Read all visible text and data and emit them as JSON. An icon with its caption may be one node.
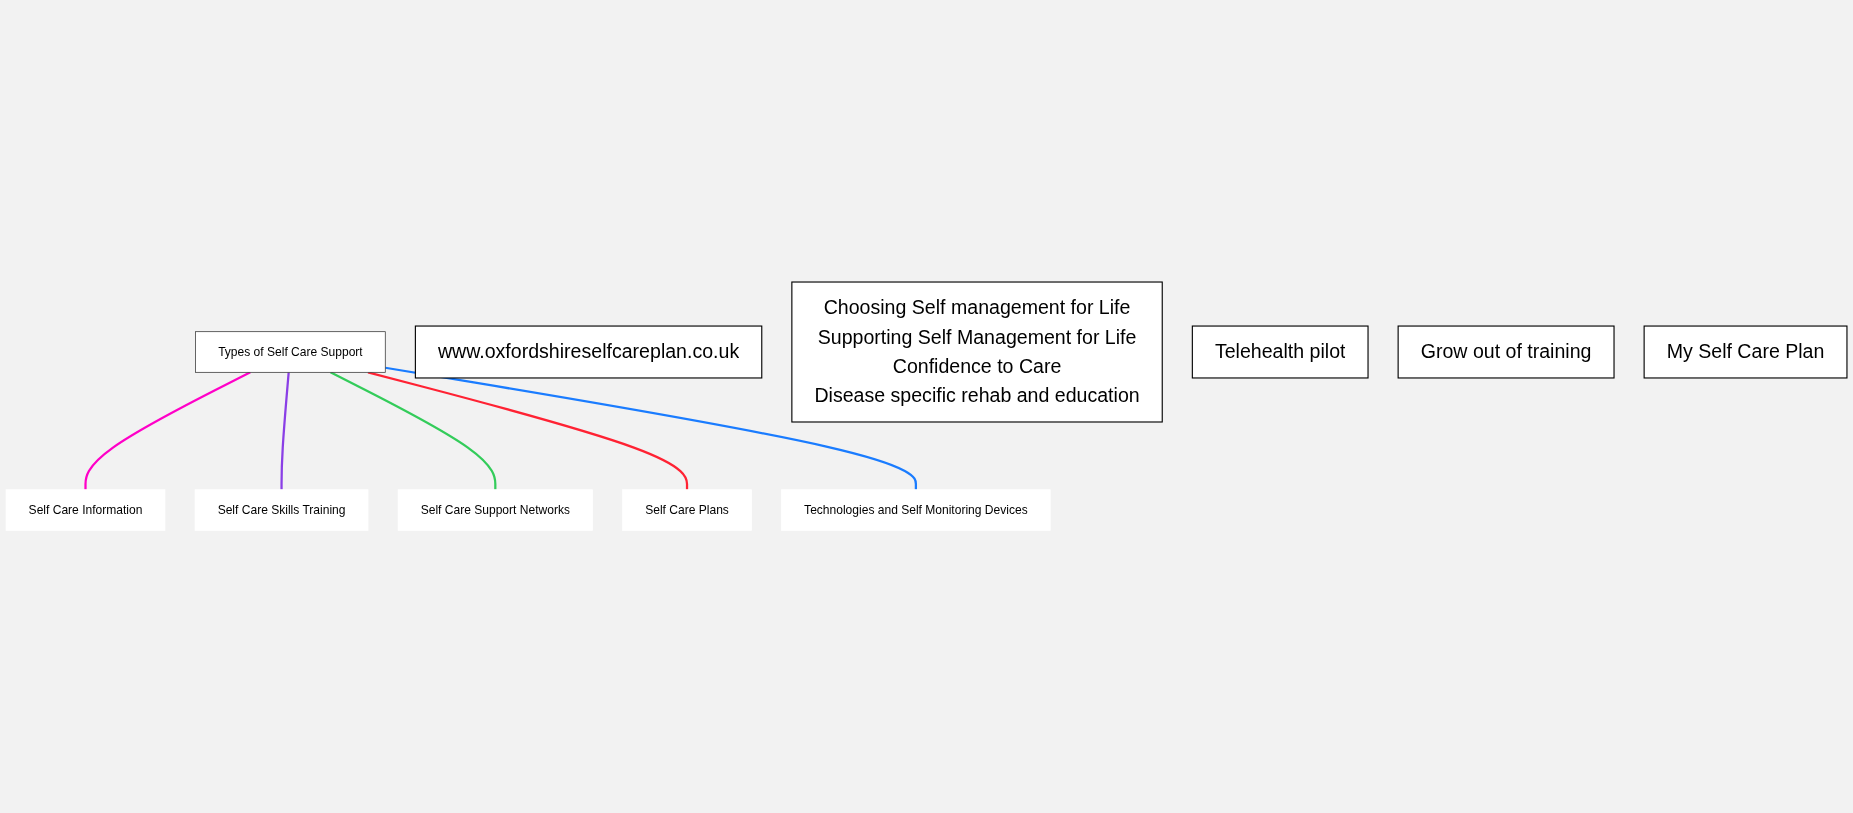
{
  "diagram": {
    "nodes": [
      {
        "text": [
          "Types of Self Care Support"
        ]
      },
      {
        "text": [
          "Self Care Information"
        ]
      },
      {
        "text": [
          "Self Care Skills Training"
        ]
      },
      {
        "text": [
          "Self Care Support Networks"
        ]
      },
      {
        "text": [
          "Self Care Plans"
        ]
      },
      {
        "text": [
          "Technologies and Self Monitoring Devices"
        ]
      },
      {
        "text": [
          "www.oxfordshireselfcareplan.co.uk"
        ]
      },
      {
        "text": [
          "Choosing Self management for Life",
          "Supporting Self Management for Life",
          "Confidence to Care",
          "Disease specific rehab and education"
        ]
      },
      {
        "text": [
          "Telehealth pilot"
        ]
      },
      {
        "text": [
          "Grow out of training"
        ]
      },
      {
        "text": [
          "My Self Care Plan"
        ]
      }
    ],
    "edges": [
      {
        "from": 0,
        "to": 1,
        "arrow": "none",
        "color": "#ff00c8"
      },
      {
        "from": 0,
        "to": 2,
        "arrow": "none",
        "color": "#8a3fe6"
      },
      {
        "from": 0,
        "to": 3,
        "arrow": "none",
        "color": "#33cc5a"
      },
      {
        "from": 0,
        "to": 4,
        "arrow": "none",
        "color": "#ff2233"
      },
      {
        "from": 0,
        "to": 5,
        "arrow": "none",
        "color": "#1a7cff"
      }
    ]
  }
}
